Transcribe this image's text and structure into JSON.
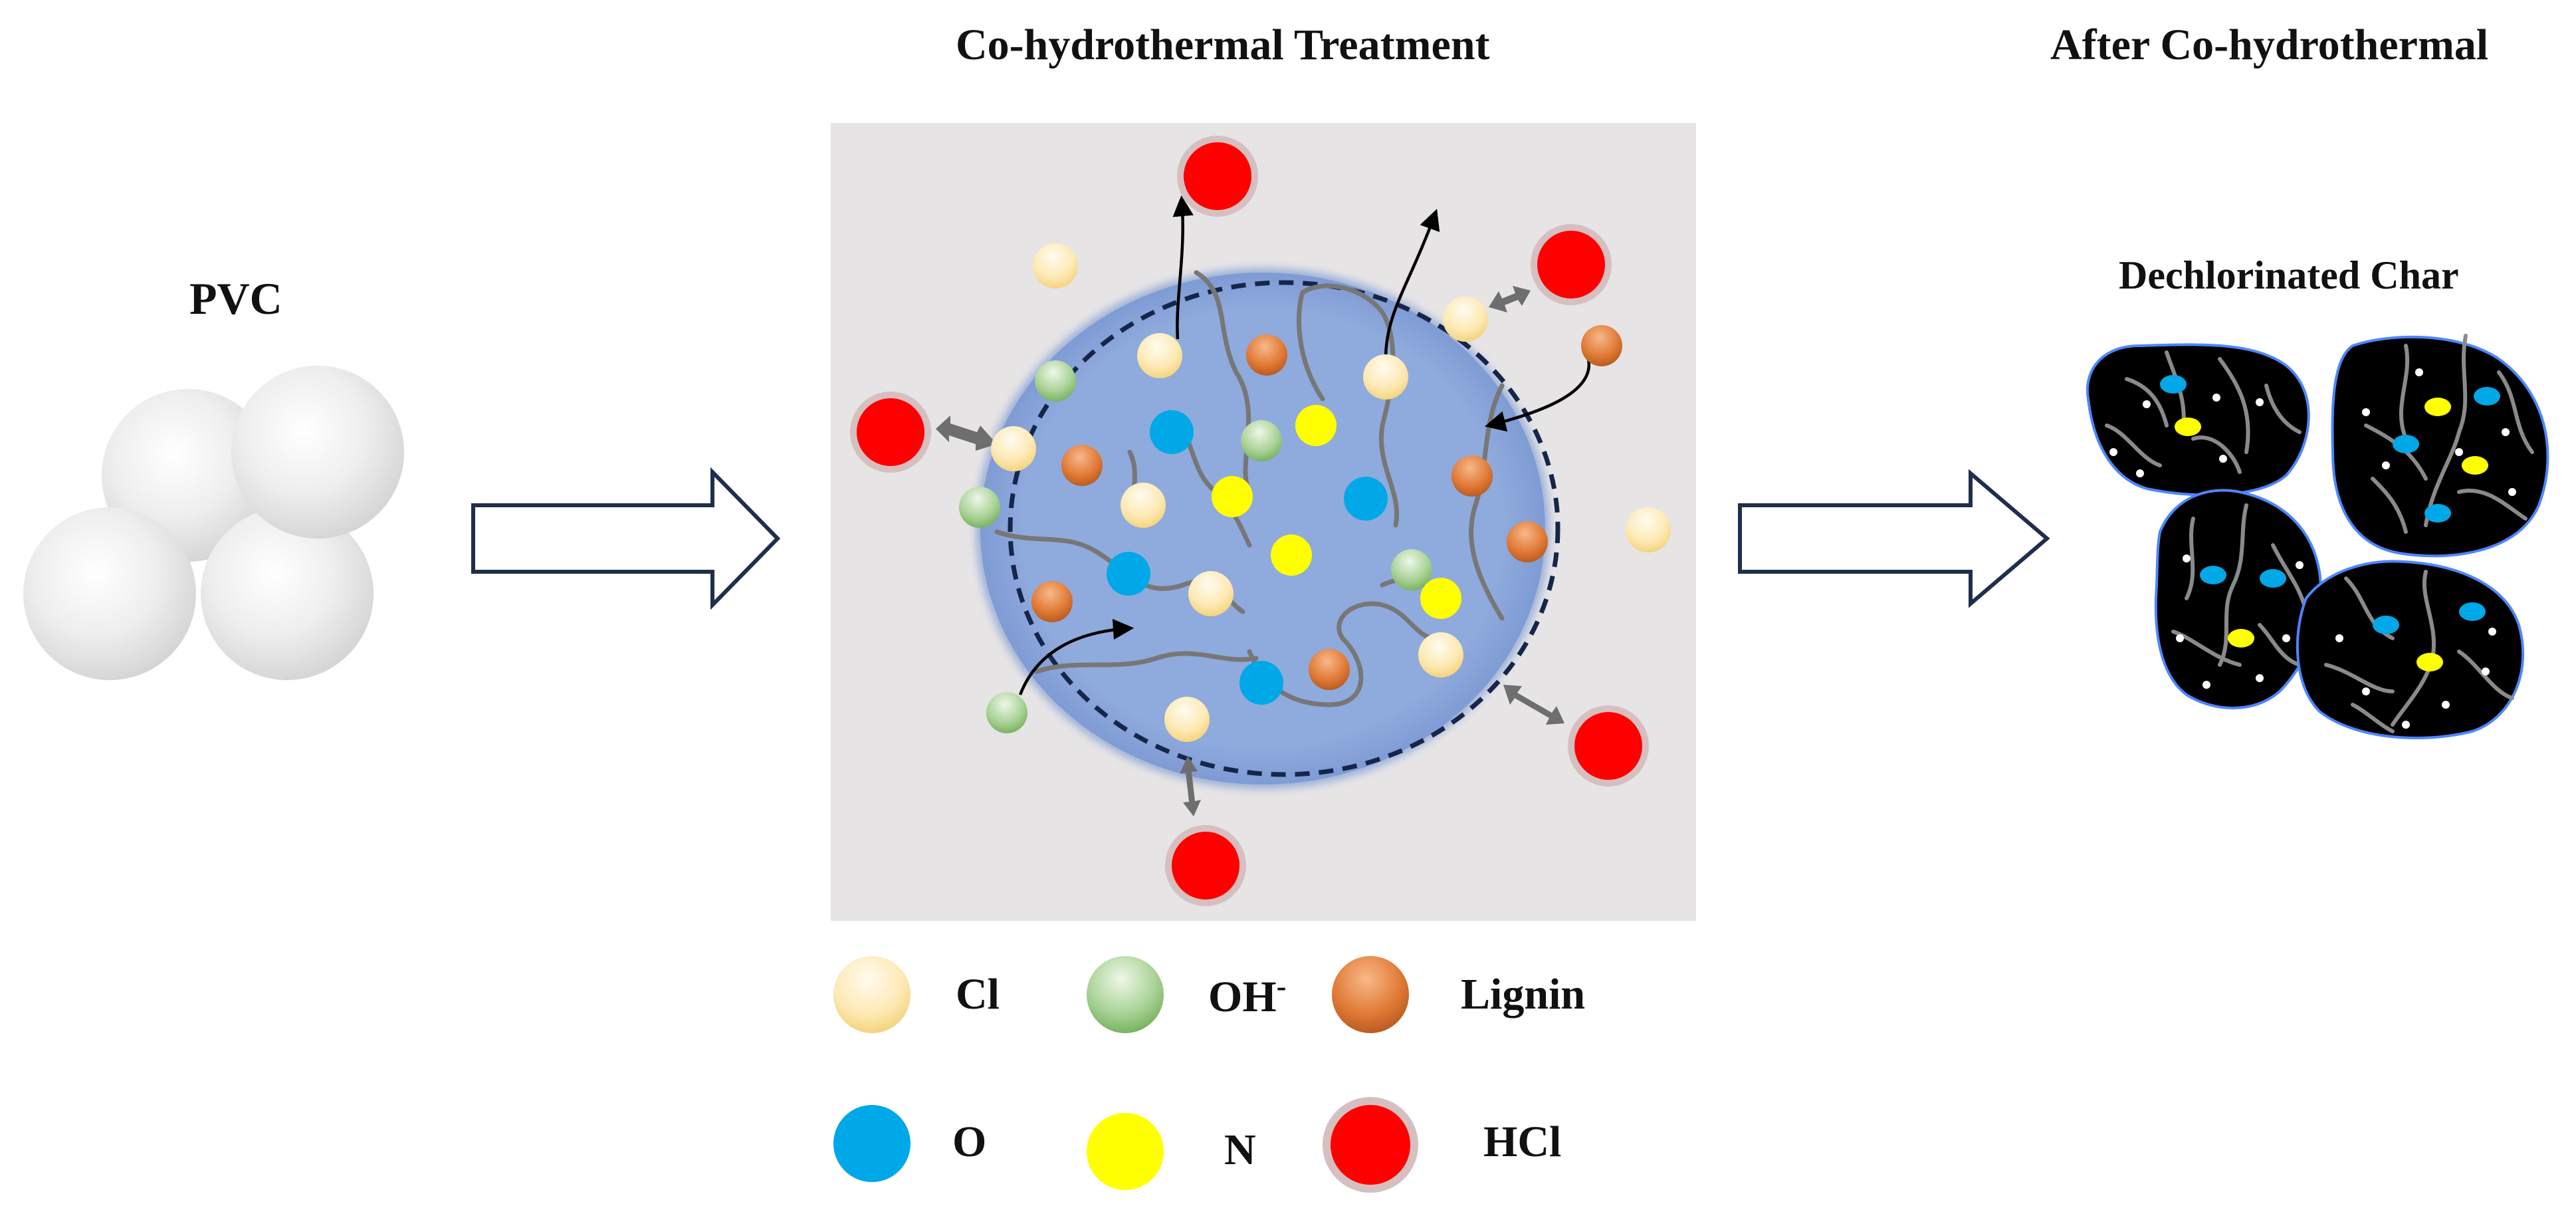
{
  "labels": {
    "pvc": "PVC",
    "treatment_title": "Co-hydrothermal Treatment",
    "after_title": "After Co-hydrothermal",
    "char_label": "Dechlorinated Char"
  },
  "legend": [
    {
      "key": "cl",
      "label": "Cl"
    },
    {
      "key": "oh",
      "label": "OH",
      "sup": "-"
    },
    {
      "key": "lignin",
      "label": "Lignin"
    },
    {
      "key": "o",
      "label": "O"
    },
    {
      "key": "n",
      "label": "N"
    },
    {
      "key": "hcl",
      "label": "HCl"
    }
  ],
  "colors": {
    "cl": "#fde9b4",
    "oh": "#9cc98a",
    "lignin": "#e07a36",
    "o": "#00a8e8",
    "n": "#ffff00",
    "hcl": "#ff0000",
    "panel": "#e6e4e5",
    "droplet": "#8faadc",
    "char": "#000000",
    "arrow_outline": "#1f2e4d"
  }
}
